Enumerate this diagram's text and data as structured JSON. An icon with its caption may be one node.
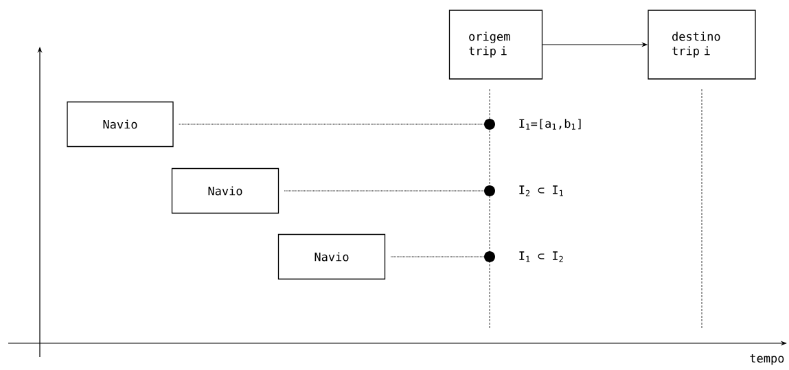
{
  "diagram": {
    "nodes": [
      {
        "text": [
          "origem trip i"
        ]
      },
      {
        "text": [
          "destino trip i"
        ]
      },
      {
        "text": [
          "Navio"
        ]
      },
      {
        "text": [
          "Navio"
        ]
      },
      {
        "text": [
          "Navio"
        ]
      },
      {
        "text": [],
        "shape": "circle",
        "beside": [
          "I$_{1}$=[a$_{1}$,b$_{1}$]"
        ]
      },
      {
        "text": [],
        "shape": "circle",
        "beside": [
          "I$_{2}$ ⊂ I$_{1}$"
        ]
      },
      {
        "text": [],
        "shape": "circle",
        "beside": [
          "I$_{1}$ ⊂ I$_{2}$"
        ]
      }
    ],
    "edges": [
      {
        "from": 0,
        "to": 1,
        "arrow": "to"
      },
      {
        "from": 2,
        "to": 5,
        "arrow": "none",
        "style": "dashed"
      },
      {
        "from": 3,
        "to": 6,
        "arrow": "none",
        "style": "dashed"
      },
      {
        "from": 4,
        "to": 7,
        "arrow": "none",
        "style": "dashed"
      }
    ],
    "labels": [
      "tempo"
    ]
  }
}
